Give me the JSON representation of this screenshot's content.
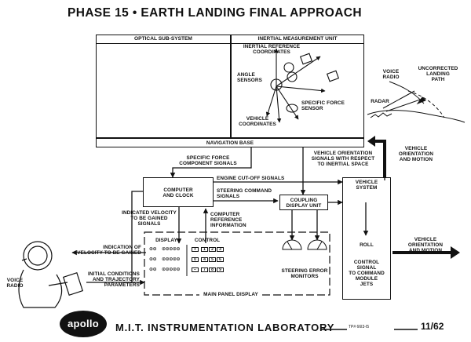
{
  "title": "PHASE 15 • EARTH LANDING FINAL APPROACH",
  "optical": {
    "label": "OPTICAL SUB-SYSTEM"
  },
  "imu": {
    "label": "INERTIAL MEASUREMENT UNIT",
    "ref_coords": "INERTIAL REFERENCE\nCOORDINATES",
    "angle_sensors": "ANGLE\nSENSORS",
    "specific_force_sensor": "SPECIFIC FORCE\nSENSOR",
    "vehicle_coords": "VEHICLE\nCOORDINATES"
  },
  "nav_base": {
    "label": "NAVIGATION BASE"
  },
  "signals": {
    "specific_force": "SPECIFIC FORCE\nCOMPONENT SIGNALS",
    "vehicle_orientation": "VEHICLE ORIENTATION\nSIGNALS WITH RESPECT\nTO INERTIAL SPACE",
    "engine_cutoff": "ENGINE CUT-OFF SIGNALS",
    "steering_command": "STEERING COMMAND\nSIGNALS",
    "indicated_velocity": "INDICATED VELOCITY\nTO BE GAINED\nSIGNALS",
    "computer_reference": "COMPUTER\nREFERENCE\nINFORMATION",
    "vehicle_orientation_motion_top": "VEHICLE\nORIENTATION\nAND MOTION",
    "vehicle_orientation_motion_out": "VEHICLE\nORIENTATION\nAND MOTION",
    "control_signal": "CONTROL\nSIGNAL\nTO COMMAND\nMODULE\nJETS",
    "indication_velocity": "INDICATION OF\nVELOCITY TO BE GAINED",
    "initial_conditions": "INITIAL CONDITIONS\nAND TRAJECTORY\nPARAMETERS",
    "roll": "ROLL"
  },
  "blocks": {
    "computer": "COMPUTER\nAND CLOCK",
    "coupling": "COUPLING\nDISPLAY UNIT",
    "vehicle_system": "VEHICLE\nSYSTEM",
    "steering_monitors": "STEERING ERROR\nMONITORS",
    "main_panel": "MAIN PANEL DISPLAY"
  },
  "dsky": {
    "display_label": "DISPLAY",
    "control_label": "CONTROL",
    "rows": [
      {
        "left": "⊙⊙",
        "mid": "⊙⊙⊙⊙⊙",
        "keys": [
          "+",
          "1",
          "2",
          "3"
        ]
      },
      {
        "left": "⊙⊙",
        "mid": "⊙⊙⊙⊙⊙",
        "keys": [
          "0",
          "4",
          "5",
          "6"
        ]
      },
      {
        "left": "⊙⊙",
        "mid": "⊙⊙⊙⊙⊙",
        "keys": [
          "−",
          "7",
          "8",
          "9"
        ]
      }
    ]
  },
  "scene": {
    "voice_radio": "VOICE\nRADIO",
    "uncorrected_path": "UNCORRECTED\nLANDING\nPATH",
    "radar": "RADAR"
  },
  "astronaut": {
    "voice_radio": "VOICE\nRADIO"
  },
  "footer": {
    "logo": "apollo",
    "lab": "M.I.T. INSTRUMENTATION LABORATORY",
    "doc": "TP# 66I3-I5",
    "page": "11/62"
  },
  "colors": {
    "ink": "#111111",
    "paper": "#ffffff"
  }
}
